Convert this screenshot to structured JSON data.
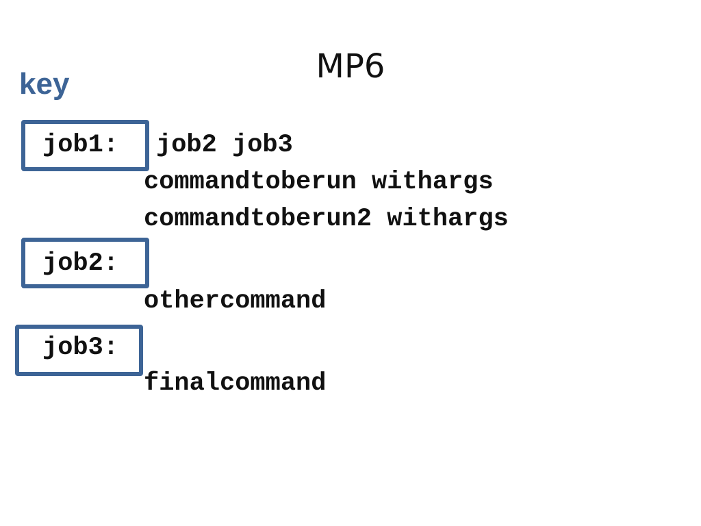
{
  "slide": {
    "title": "MP6",
    "key_label": "key"
  },
  "makefile": {
    "rules": [
      {
        "target": "job1:",
        "dependencies": "job2 job3",
        "commands": [
          "commandtoberun withargs",
          "commandtoberun2 withargs"
        ]
      },
      {
        "target": "job2:",
        "dependencies": "",
        "commands": [
          "othercommand"
        ]
      },
      {
        "target": "job3:",
        "dependencies": "",
        "commands": [
          "finalcommand"
        ]
      }
    ]
  },
  "colors": {
    "accent": "#3d6496",
    "text": "#111111",
    "background": "#ffffff"
  }
}
